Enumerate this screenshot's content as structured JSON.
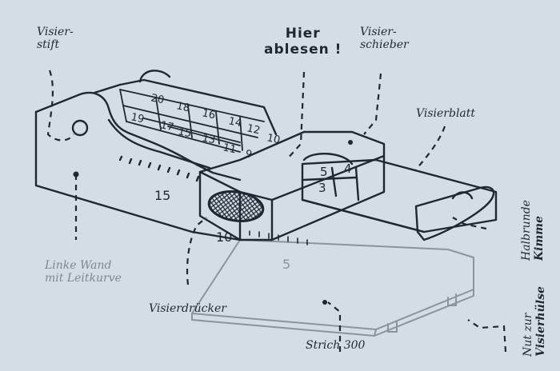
{
  "labels": {
    "visierstift": [
      "Visier-",
      "stift"
    ],
    "hier_ablesen": [
      "Hier",
      "ablesen !"
    ],
    "visierschieber": [
      "Visier-",
      "schieber"
    ],
    "visierblatt": "Visierblatt",
    "halbrunde_kimme": [
      "Halbrunde",
      "Kimme"
    ],
    "linke_wand": [
      "Linke Wand",
      "mit Leitkurve"
    ],
    "visierdruecker": "Visierdrücker",
    "strich_300": "Strich 300",
    "nut_zur_visierhuelse": [
      "Nut zur",
      "Visierhülse"
    ]
  },
  "scale_top": [
    "20",
    "19",
    "18",
    "17",
    "16",
    "15",
    "14",
    "13",
    "12",
    "11",
    "10",
    "9"
  ],
  "scale_side": [
    "15",
    "10",
    "5"
  ],
  "blade_numbers": [
    "3",
    "4",
    "5"
  ],
  "colors": {
    "background": "#d4dde4",
    "ink": "#1f2733",
    "light_ink": "#7d8893"
  }
}
